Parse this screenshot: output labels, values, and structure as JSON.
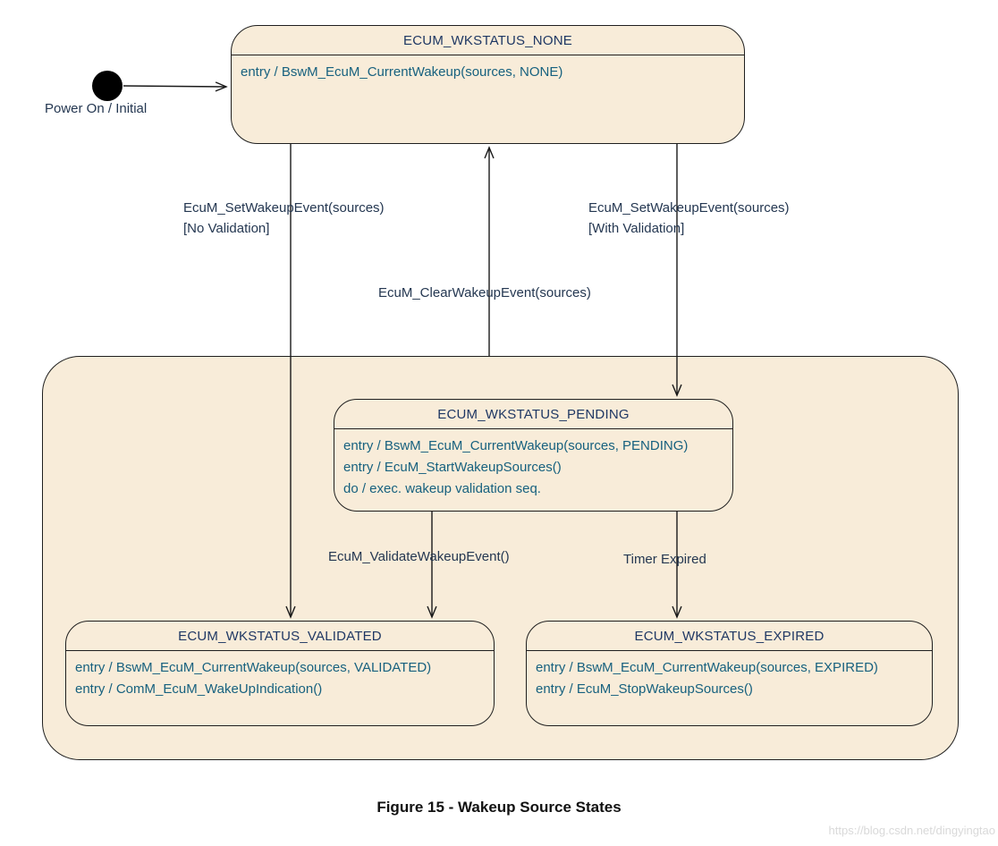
{
  "diagram": {
    "caption": "Figure 15 - Wakeup Source States",
    "watermark": "https://blog.csdn.net/dingyingtao",
    "initial": {
      "label": "Power On / Initial"
    },
    "colors": {
      "state_fill": "#F8ECD9",
      "state_border": "#1f1f1f",
      "title_text": "#1f3864",
      "action_text": "#17617f",
      "label_text": "#243751",
      "watermark_text": "#d9d9d9"
    },
    "states": {
      "none": {
        "title": "ECUM_WKSTATUS_NONE",
        "actions": [
          "entry / BswM_EcuM_CurrentWakeup(sources, NONE)"
        ]
      },
      "pending": {
        "title": "ECUM_WKSTATUS_PENDING",
        "actions": [
          "entry / BswM_EcuM_CurrentWakeup(sources, PENDING)",
          "entry / EcuM_StartWakeupSources()",
          "do / exec. wakeup validation seq."
        ]
      },
      "validated": {
        "title": "ECUM_WKSTATUS_VALIDATED",
        "actions": [
          "entry / BswM_EcuM_CurrentWakeup(sources, VALIDATED)",
          "entry / ComM_EcuM_WakeUpIndication()"
        ]
      },
      "expired": {
        "title": "ECUM_WKSTATUS_EXPIRED",
        "actions": [
          "entry / BswM_EcuM_CurrentWakeup(sources, EXPIRED)",
          "entry / EcuM_StopWakeupSources()"
        ]
      }
    },
    "transitions": {
      "set_no_validation": {
        "event": "EcuM_SetWakeupEvent(sources)",
        "guard": "[No Validation]"
      },
      "set_with_validation": {
        "event": "EcuM_SetWakeupEvent(sources)",
        "guard": "[With Validation]"
      },
      "clear": {
        "event": "EcuM_ClearWakeupEvent(sources)"
      },
      "validate": {
        "event": "EcuM_ValidateWakeupEvent()"
      },
      "timer": {
        "event": "Timer Expired"
      }
    }
  }
}
